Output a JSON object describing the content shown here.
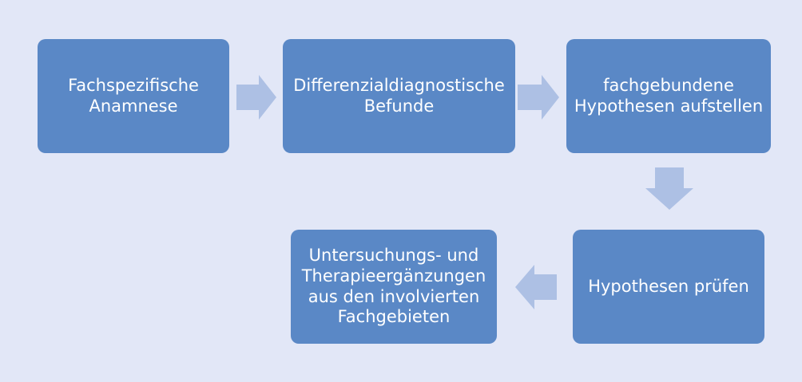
{
  "diagram": {
    "colors": {
      "background": "#e2e7f7",
      "box_fill": "#5a88c6",
      "box_text": "#ffffff",
      "arrow_fill": "#adc0e4"
    },
    "steps": [
      {
        "label": "Fachspezifische\nAnamnese"
      },
      {
        "label": "Differenzialdiagnostische\nBefunde"
      },
      {
        "label": "fachgebundene\nHypothesen aufstellen"
      },
      {
        "label": "Hypothesen prüfen"
      },
      {
        "label": "Untersuchungs- und\nTherapieergänzungen\naus den involvierten\nFachgebieten"
      }
    ],
    "arrows": [
      {
        "direction": "right"
      },
      {
        "direction": "right"
      },
      {
        "direction": "down"
      },
      {
        "direction": "left"
      }
    ]
  }
}
